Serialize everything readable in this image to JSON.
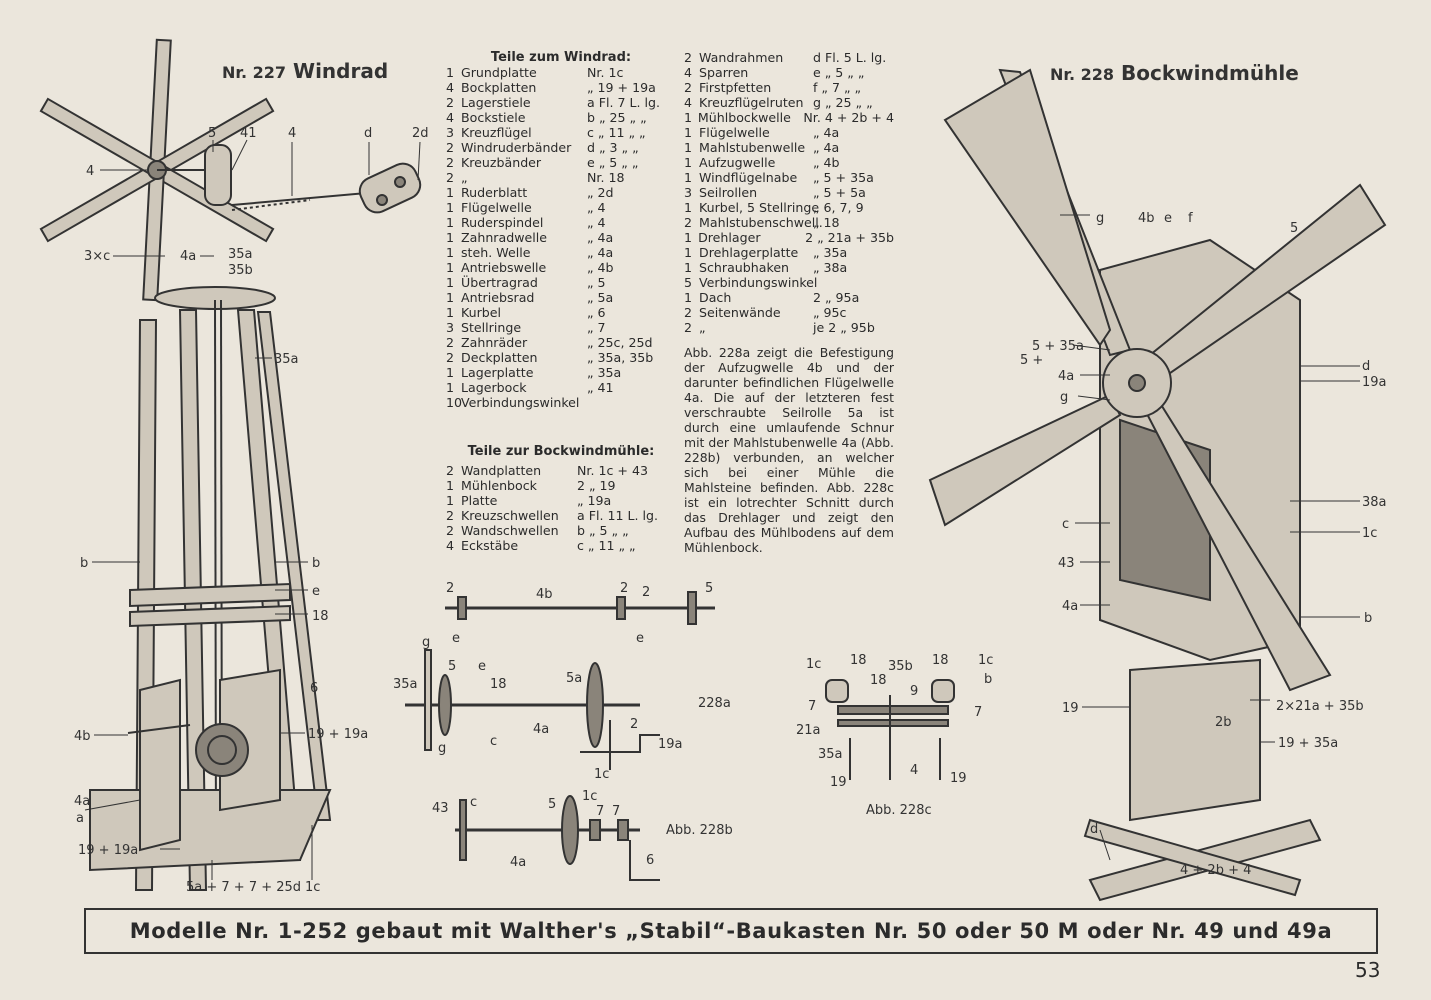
{
  "model_227": {
    "nr": "Nr. 227",
    "name": "Windrad"
  },
  "model_228": {
    "nr": "Nr. 228",
    "name": "Bockwindmühle"
  },
  "parts_windrad": {
    "heading": "Teile zum Windrad:",
    "items": [
      {
        "q": "1",
        "n": "Grundplatte",
        "r": "Nr. 1c"
      },
      {
        "q": "4",
        "n": "Bockplatten",
        "r": "„ 19 + 19a"
      },
      {
        "q": "2",
        "n": "Lagerstiele",
        "r": "a Fl. 7 L. lg."
      },
      {
        "q": "4",
        "n": "Bockstiele",
        "r": "b „ 25 „ „"
      },
      {
        "q": "3",
        "n": "Kreuzflügel",
        "r": "c „ 11 „ „"
      },
      {
        "q": "2",
        "n": "Windruderbänder",
        "r": "d „ 3 „ „"
      },
      {
        "q": "2",
        "n": "Kreuzbänder",
        "r": "e „ 5 „ „"
      },
      {
        "q": "2",
        "n": "„",
        "r": "Nr. 18"
      },
      {
        "q": "1",
        "n": "Ruderblatt",
        "r": "„ 2d"
      },
      {
        "q": "1",
        "n": "Flügelwelle",
        "r": "„ 4"
      },
      {
        "q": "1",
        "n": "Ruderspindel",
        "r": "„ 4"
      },
      {
        "q": "1",
        "n": "Zahnradwelle",
        "r": "„ 4a"
      },
      {
        "q": "1",
        "n": "steh. Welle",
        "r": "„ 4a"
      },
      {
        "q": "1",
        "n": "Antriebswelle",
        "r": "„ 4b"
      },
      {
        "q": "1",
        "n": "Übertragrad",
        "r": "„ 5"
      },
      {
        "q": "1",
        "n": "Antriebsrad",
        "r": "„ 5a"
      },
      {
        "q": "1",
        "n": "Kurbel",
        "r": "„ 6"
      },
      {
        "q": "3",
        "n": "Stellringe",
        "r": "„ 7"
      },
      {
        "q": "2",
        "n": "Zahnräder",
        "r": "„ 25c, 25d"
      },
      {
        "q": "2",
        "n": "Deckplatten",
        "r": "„ 35a, 35b"
      },
      {
        "q": "1",
        "n": "Lagerplatte",
        "r": "„ 35a"
      },
      {
        "q": "1",
        "n": "Lagerbock",
        "r": "„ 41"
      },
      {
        "q": "10",
        "n": "Verbindungswinkel",
        "r": ""
      }
    ]
  },
  "parts_bockwindmuehle": {
    "heading": "Teile zur Bockwindmühle:",
    "items": [
      {
        "q": "2",
        "n": "Wandplatten",
        "r": "Nr. 1c + 43"
      },
      {
        "q": "1",
        "n": "Mühlenbock",
        "r": "2 „ 19"
      },
      {
        "q": "1",
        "n": "Platte",
        "r": "„ 19a"
      },
      {
        "q": "2",
        "n": "Kreuzschwellen",
        "r": "a Fl. 11 L. lg."
      },
      {
        "q": "2",
        "n": "Wandschwellen",
        "r": "b „ 5 „ „"
      },
      {
        "q": "4",
        "n": "Eckstäbe",
        "r": "c „ 11 „ „"
      }
    ]
  },
  "parts_col3": {
    "items": [
      {
        "q": "2",
        "n": "Wandrahmen",
        "r": "d Fl. 5 L. lg."
      },
      {
        "q": "4",
        "n": "Sparren",
        "r": "e „ 5 „ „"
      },
      {
        "q": "2",
        "n": "Firstpfetten",
        "r": "f „ 7 „ „"
      },
      {
        "q": "4",
        "n": "Kreuzflügelruten",
        "r": "g „ 25 „ „"
      },
      {
        "q": "1",
        "n": "Mühlbockwelle",
        "r": "Nr. 4 + 2b + 4"
      },
      {
        "q": "1",
        "n": "Flügelwelle",
        "r": "„ 4a"
      },
      {
        "q": "1",
        "n": "Mahlstubenwelle",
        "r": "„ 4a"
      },
      {
        "q": "1",
        "n": "Aufzugwelle",
        "r": "„ 4b"
      },
      {
        "q": "1",
        "n": "Windflügelnabe",
        "r": "„ 5 + 35a"
      },
      {
        "q": "3",
        "n": "Seilrollen",
        "r": "„ 5 + 5a"
      },
      {
        "q": "1",
        "n": "Kurbel, 5 Stellringe",
        "r": "„ 6, 7, 9"
      },
      {
        "q": "2",
        "n": "Mahlstubenschwell.",
        "r": "„ 18"
      },
      {
        "q": "1",
        "n": "Drehlager",
        "r": "2 „ 21a + 35b"
      },
      {
        "q": "1",
        "n": "Drehlagerplatte",
        "r": "„ 35a"
      },
      {
        "q": "1",
        "n": "Schraubhaken",
        "r": "„ 38a"
      },
      {
        "q": "5",
        "n": "Verbindungswinkel",
        "r": ""
      },
      {
        "q": "1",
        "n": "Dach",
        "r": "2 „ 95a"
      },
      {
        "q": "2",
        "n": "Seitenwände",
        "r": "„ 95c"
      },
      {
        "q": "2",
        "n": "„",
        "r": "je 2 „ 95b"
      }
    ]
  },
  "description": "Abb. 228a zeigt die Befestigung der Aufzugwelle 4b und der darunter befindlichen Flügelwelle 4a. Die auf der letzteren fest verschraubte Seilrolle 5a ist durch eine umlaufende Schnur mit der Mahlstubenwelle 4a (Abb. 228b) verbunden, an welcher sich bei einer Mühle die Mahlsteine befinden. Abb. 228c ist ein lotrechter Schnitt durch das Drehlager und zeigt den Aufbau des Mühlbodens auf dem Mühlenbock.",
  "captions": {
    "a": "228a",
    "b": "Abb. 228b",
    "c": "Abb. 228c"
  },
  "labels_227": {
    "l4": "4",
    "l5": "5",
    "l41": "41",
    "l4b_top": "4",
    "ld": "d",
    "l2d": "2d",
    "l3xc": "3×c",
    "l4a": "4a",
    "l35a": "35a",
    "l35b": "35b",
    "l35a2": "35a",
    "lb1": "b",
    "lb2": "b",
    "le": "e",
    "l18": "18",
    "l6": "6",
    "l4b": "4b",
    "l19": "19 + 19a",
    "l4a2": "4a",
    "la": "a",
    "l19b": "19 + 19a",
    "lbottom": "5a + 7 + 7 + 25d",
    "l1c": "1c"
  },
  "labels_228": {
    "g1": "g",
    "l4b": "4b",
    "le": "e",
    "lf": "f",
    "l5": "5",
    "l535a": "5 + 35a",
    "l5p": "5 +",
    "l4a": "4a",
    "g2": "g",
    "ld": "d",
    "l19a": "19a",
    "l38a": "38a",
    "lc": "c",
    "l1c": "1c",
    "l43": "43",
    "l4a2": "4a",
    "lb": "b",
    "l2x": "2×21a + 35b",
    "l19": "19",
    "l2b": "2b",
    "l1935": "19 + 35a",
    "ld2": "d",
    "l4b4": "4 + 2b + 4"
  },
  "labels_fig_a": {
    "t2": "2",
    "t4b": "4b",
    "t2b": "2",
    "t2c": "2",
    "t5": "5",
    "te": "e",
    "te2": "e",
    "g": "g",
    "l35a": "35a",
    "l5": "5",
    "le": "e",
    "l18": "18",
    "l5a": "5a",
    "l4a": "4a",
    "lg": "g",
    "lc": "c",
    "l2": "2",
    "l19a": "19a",
    "l1c": "1c"
  },
  "labels_fig_b": {
    "l43": "43",
    "lc": "c",
    "l5": "5",
    "l1c": "1c",
    "l7": "7",
    "l7b": "7",
    "l4a": "4a",
    "l6": "6"
  },
  "labels_fig_c": {
    "l1c": "1c",
    "l18": "18",
    "l35b": "35b",
    "l18b": "18",
    "l1c2": "1c",
    "l18c": "18",
    "lb": "b",
    "l9": "9",
    "l7": "7",
    "l7b": "7",
    "l21a": "21a",
    "l35a": "35a",
    "l4": "4",
    "l19": "19",
    "l19b": "19"
  },
  "footer_banner": "Modelle Nr. 1-252 gebaut mit Walther's „Stabil“-Baukasten Nr. 50 oder 50 M oder Nr. 49 und 49a",
  "page_number": "53"
}
